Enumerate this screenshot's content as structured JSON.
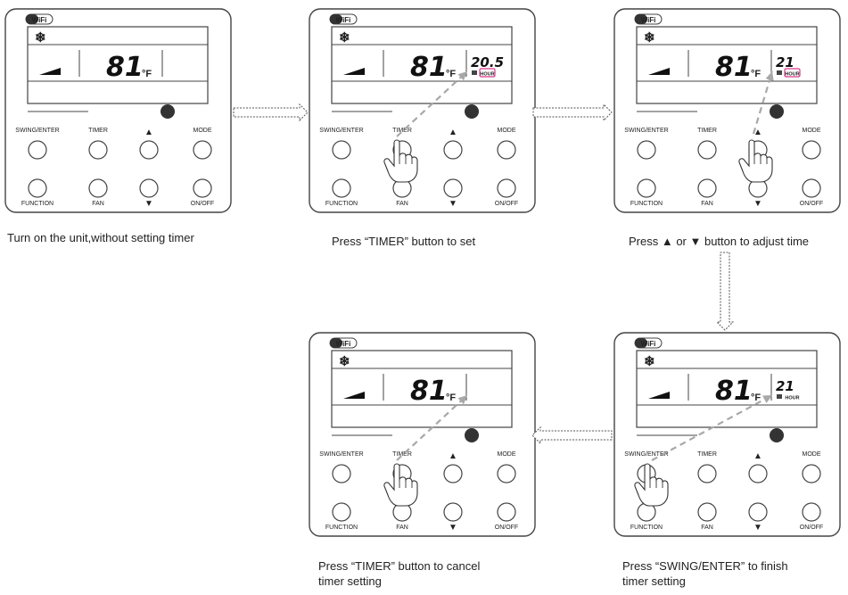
{
  "panels": [
    {
      "id": "p1",
      "temp": "81",
      "unit": "°F",
      "timer_value": "",
      "hour_label": "",
      "hour_highlight": false,
      "arrow": "none",
      "hand": "none",
      "caption_line1": "Turn on the unit,without setting timer",
      "caption_line2": ""
    },
    {
      "id": "p2",
      "temp": "81",
      "unit": "°F",
      "timer_value": "20.5",
      "hour_label": "HOUR",
      "hour_highlight": true,
      "arrow": "timer",
      "hand": "timer",
      "caption_line1": "Press “TIMER” button to set",
      "caption_line2": ""
    },
    {
      "id": "p3",
      "temp": "81",
      "unit": "°F",
      "timer_value": "21",
      "hour_label": "HOUR",
      "hour_highlight": true,
      "arrow": "up",
      "hand": "up",
      "caption_line1": "Press ▲ or ▼ button to adjust time",
      "caption_line2": ""
    },
    {
      "id": "p4",
      "temp": "81",
      "unit": "°F",
      "timer_value": "21",
      "hour_label": "HOUR",
      "hour_highlight": false,
      "arrow": "swing",
      "hand": "swing",
      "caption_line1": "Press “SWING/ENTER” to finish",
      "caption_line2": "timer setting"
    },
    {
      "id": "p5",
      "temp": "81",
      "unit": "°F",
      "timer_value": "",
      "hour_label": "",
      "hour_highlight": false,
      "arrow": "timer",
      "hand": "timer",
      "caption_line1": "Press “TIMER” button to cancel",
      "caption_line2": "timer setting"
    }
  ],
  "labels": {
    "wifi": "WiFi",
    "swing": "SWING/ENTER",
    "timer": "TIMER",
    "mode": "MODE",
    "function": "FUNCTION",
    "fan": "FAN",
    "onoff": "ON/OFF",
    "up_symbol": "▲",
    "down_symbol": "▼",
    "snow_symbol": "❄"
  },
  "colors": {
    "outline": "#444444",
    "dial": "#333333",
    "hour_highlight": "#d9388a",
    "pointer_arrow": "#a8a8a8",
    "flow_arrow": "#555555"
  }
}
